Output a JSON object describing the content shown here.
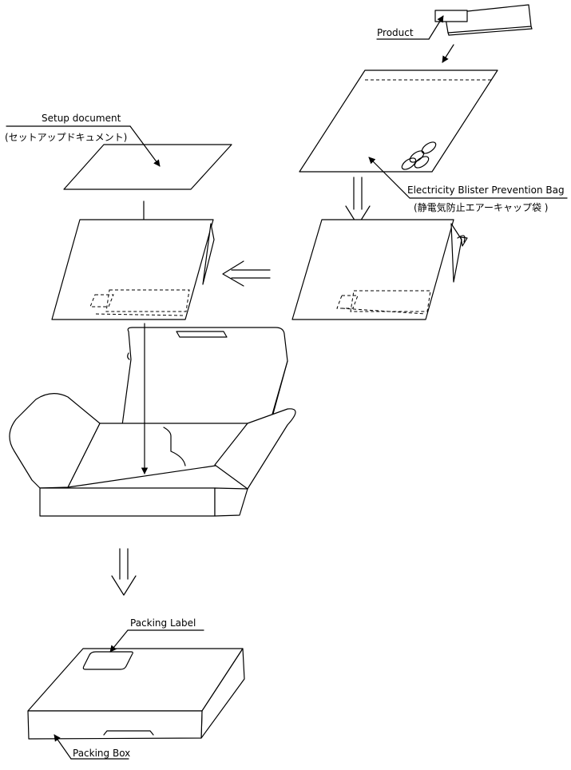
{
  "labels": {
    "product": "Product",
    "setup_document": "Setup document",
    "setup_document_jp": "(セットアップドキュメント)",
    "bag": "Electricity Blister Prevention Bag",
    "bag_jp": "(静電気防止エアーキャップ袋 )",
    "packing_label": "Packing Label",
    "packing_box": "Packing Box"
  }
}
